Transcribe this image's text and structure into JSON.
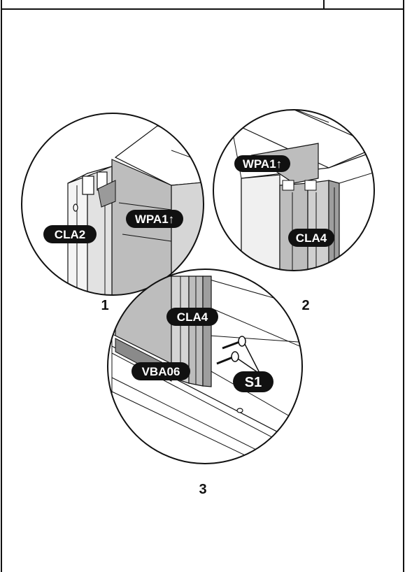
{
  "callouts": {
    "detail1_cla2": "CLA2",
    "detail1_wpa1": "WPA1↑",
    "detail2_wpa1": "WPA1↑",
    "detail2_cla4": "CLA4",
    "detail3_cla4": "CLA4",
    "detail3_vba06": "VBA06",
    "detail3_s1": "S1"
  },
  "steps": {
    "one": "1",
    "two": "2",
    "three": "3"
  },
  "colors": {
    "line": "#111111",
    "panel_gray": "#bdbdbd",
    "profile_light": "#e8e8e8",
    "profile_mid": "#cfcfcf",
    "tag_fill": "#111111",
    "tag_text": "#ffffff"
  }
}
